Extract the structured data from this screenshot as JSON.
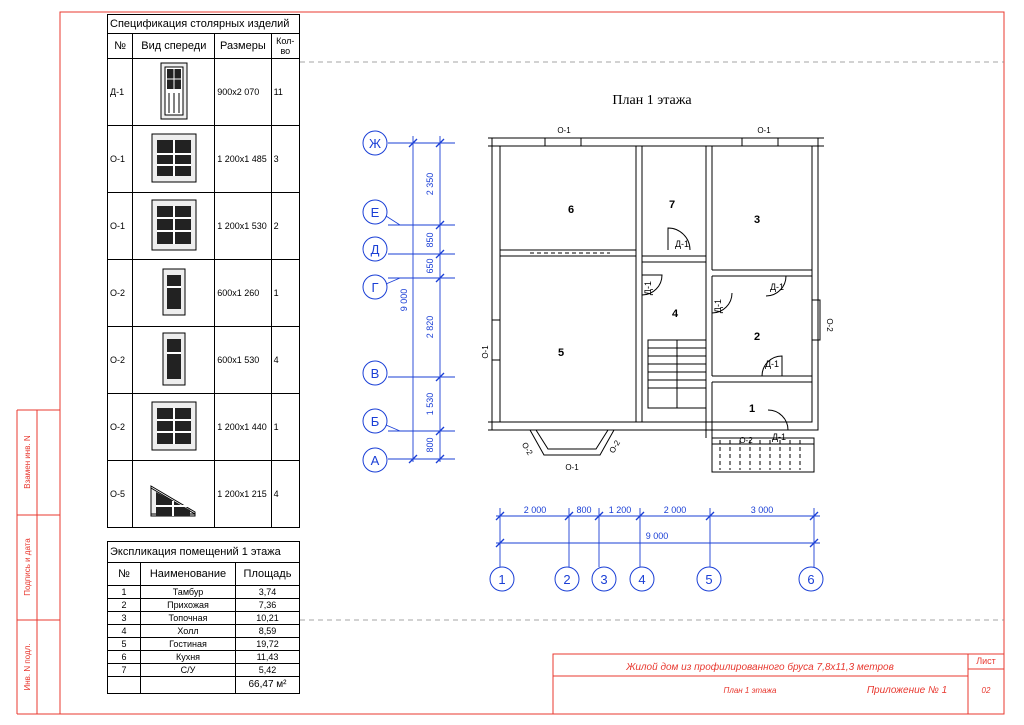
{
  "plan_title": "План 1 этажа",
  "spec": {
    "title": "Спецификация столярных изделий",
    "headers": [
      "№",
      "Вид спереди",
      "Размеры",
      "Кол-во"
    ],
    "rows": [
      {
        "no": "Д-1",
        "size": "900x2 070",
        "qty": "11",
        "icon": "door-front-icon"
      },
      {
        "no": "О-1",
        "size": "1 200x1 485",
        "qty": "3",
        "icon": "window-front-icon"
      },
      {
        "no": "О-1",
        "size": "1 200x1 530",
        "qty": "2",
        "icon": "window-front-icon"
      },
      {
        "no": "О-2",
        "size": "600x1 260",
        "qty": "1",
        "icon": "narrow-window-front-icon"
      },
      {
        "no": "О-2",
        "size": "600x1 530",
        "qty": "4",
        "icon": "narrow-window-front-icon"
      },
      {
        "no": "О-2",
        "size": "1 200x1 440",
        "qty": "1",
        "icon": "window-front-icon"
      },
      {
        "no": "О-5",
        "size": "1 200x1 215",
        "qty": "4",
        "icon": "trapezoid-window-front-icon"
      }
    ]
  },
  "expl": {
    "title": "Экспликация помещений 1 этажа",
    "headers": [
      "№",
      "Наименование",
      "Площадь"
    ],
    "rows": [
      {
        "no": "1",
        "name": "Тамбур",
        "area": "3,74"
      },
      {
        "no": "2",
        "name": "Прихожая",
        "area": "7,36"
      },
      {
        "no": "3",
        "name": "Топочная",
        "area": "10,21"
      },
      {
        "no": "4",
        "name": "Холл",
        "area": "8,59"
      },
      {
        "no": "5",
        "name": "Гостиная",
        "area": "19,72"
      },
      {
        "no": "6",
        "name": "Кухня",
        "area": "11,43"
      },
      {
        "no": "7",
        "name": "С/У",
        "area": "5,42"
      }
    ],
    "total": "66,47 м²"
  },
  "side_stamp": [
    "Взамен инв. N",
    "Подпись и дата",
    "Инв. N подл."
  ],
  "stamp": {
    "title": "Жилой дом из профилированного бруса 7,8х11,3 метров",
    "subtitle": "План 1 этажа",
    "appendix": "Приложение № 1",
    "sheet_label": "Лист",
    "sheet_no": "02"
  },
  "axes": {
    "letters": [
      "Ж",
      "Е",
      "Д",
      "Г",
      "В",
      "Б",
      "А"
    ],
    "numbers": [
      "1",
      "2",
      "3",
      "4",
      "5",
      "6"
    ]
  },
  "dims": {
    "vertical": [
      "2 350",
      "850",
      "650",
      "2 820",
      "1 530",
      "800"
    ],
    "vertical_total": "9 000",
    "horizontal": [
      "2 000",
      "800",
      "1 200",
      "2 000",
      "3 000"
    ],
    "horizontal_total": "9 000"
  },
  "rooms": [
    "1",
    "2",
    "3",
    "4",
    "5",
    "6",
    "7"
  ],
  "openings": [
    "О-1",
    "О-1",
    "О-1",
    "О-1",
    "О-2",
    "О-2",
    "О-2",
    "О-2",
    "Д-1",
    "Д-1",
    "Д-1",
    "Д-1",
    "Д-1",
    "Д-1"
  ],
  "colors": {
    "frame": "#e8382f",
    "axis": "#1a3fd6",
    "line": "#000000"
  }
}
